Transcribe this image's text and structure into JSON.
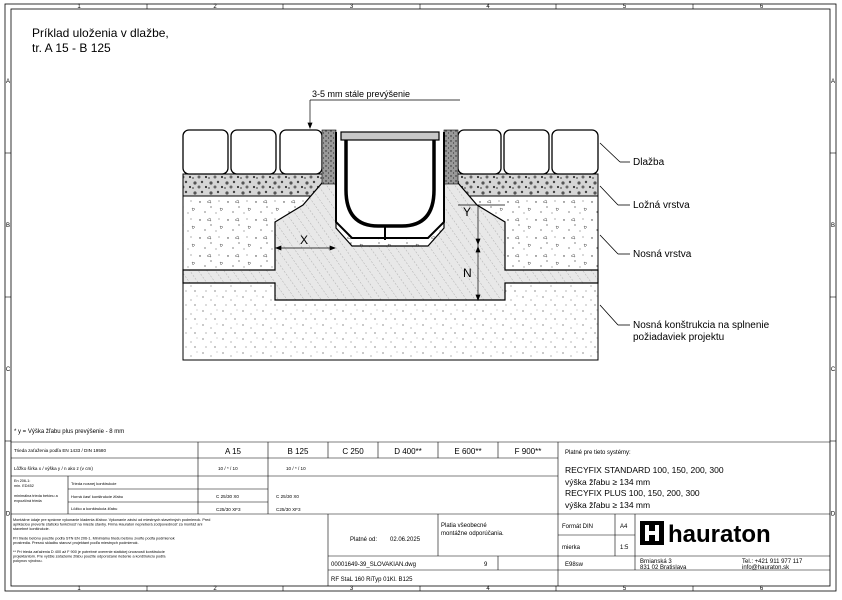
{
  "frame": {
    "cols": [
      "1",
      "2",
      "3",
      "4",
      "5",
      "6"
    ],
    "rows": [
      "A",
      "B",
      "C",
      "D"
    ]
  },
  "title_lines": [
    "Príklad uloženia v dlažbe,",
    "tr. A 15 - B 125"
  ],
  "callout_top": "3-5 mm stále prevýšenie",
  "dim_labels": {
    "x": "X",
    "y": "Y",
    "n": "N"
  },
  "layer_labels": {
    "dlazba": "Dlažba",
    "lozna": "Ložná vrstva",
    "nosna": "Nosná vrstva",
    "konstrukcia_1": "Nosná konštrukcia na splnenie",
    "konstrukcia_2": "požiadaviek projektu"
  },
  "footnote": "* y = Výška žľabu plus prevýšenie - 8 mm",
  "table": {
    "head_label": "Trieda zaťaženia podľa EN 1433 / DIN 19580",
    "classes": [
      "A 15",
      "B 125",
      "C 250",
      "D 400**",
      "E 600**",
      "F 900**"
    ],
    "row1_label": "Lôžko šírka x / výška y / n ako z (v cm)",
    "row1_vals": [
      "10 / * / 10",
      "10 / * / 10"
    ],
    "left_small_1": "En 206-1:",
    "left_small_2": "min. ED452",
    "left_small_3": "minimálna trieda betónu a",
    "left_small_4": "expozičná trieda",
    "sub_row_a": "Trieda nosnej konštrukcie",
    "sub_row_b": "Horná časť konštrukcie žľabu",
    "sub_row_c": "Lôžko a konštrukcia žľabu",
    "val_b_1": "C 25/30 X0",
    "val_b_2": "C 25/30 X0",
    "val_c_1": "C25/30 XF3",
    "val_c_2": "C25/30 XF3",
    "system_title": "Platné pre tieto systémy:",
    "system_lines": [
      "RECYFIX STANDARD 100, 150, 200, 300",
      "výška žľabu ≥ 134 mm",
      "RECYFIX PLUS 100, 150, 200, 300",
      "výška žľabu ≥ 134 mm"
    ]
  },
  "notes_1": [
    "Montážne údaje pre správne vykonanie kladenia žľabov. Vykonanie závisí od miestnych stavebných podmienok. Pred",
    "aplikáciou preverte statickú funkčnosť na mieste stavby. Firma Hauraton nepreberá zodpovednosť za montáž ani",
    "stavebné konštrukcie."
  ],
  "notes_2": [
    "Pri triede betónu použite podľa STN EN 206-1. Minimálnu triedu betónu zvoľte podľa podmienok",
    "prostredia. Presnú skladbu stanoví projektant podľa miestnych podmienok."
  ],
  "notes_3": [
    "** Pri trieda zaťaženia D 400 až F 900 je potrebné overenie statickej únosnosti konštrukcie",
    "projektantom. Pre vyššie zaťaženie žľabu použite odporúčané riešenie a konštrukciu podľa",
    "pokynov výrobcu."
  ],
  "plan": {
    "label": "Platné od:",
    "date": "02.06.2025",
    "note_1": "Platia všeobecné",
    "note_2": "montážne odporúčania."
  },
  "format": {
    "label": "Formát DIN",
    "value": "A4"
  },
  "scale": {
    "label": "mierka",
    "value": "1:5"
  },
  "file": {
    "name": "00001649-39_SLOVAKIAN.dwg",
    "rev": "9",
    "author": "E98sw"
  },
  "part": "RF StaL 160 RiTyp 01Kl. B125",
  "brand": "hauraton",
  "address": {
    "street": "Brnianská 3",
    "city": "831 02 Bratislava"
  },
  "contact": {
    "tel": "Tel.: +421 911 977 117",
    "email": "info@hauraton.sk"
  }
}
